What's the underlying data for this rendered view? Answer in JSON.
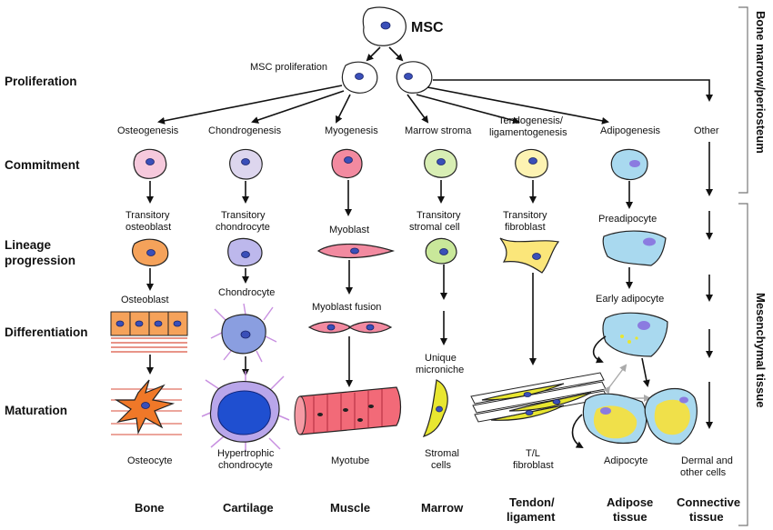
{
  "title": "MSC",
  "proliferation_label": "MSC proliferation",
  "stages": [
    "Proliferation",
    "Commitment",
    "Lineage progression",
    "Differentiation",
    "Maturation"
  ],
  "sidebars": {
    "top": "Bone marrow/periosteum",
    "bottom": "Mesenchymal tissue"
  },
  "lineages": [
    {
      "commitment": "Osteogenesis",
      "transitory": "Transitory osteoblast",
      "diff": "Osteoblast",
      "mature": "Osteocyte",
      "tissue": "Bone",
      "color": "#f6c9dc"
    },
    {
      "commitment": "Chondrogenesis",
      "transitory": "Transitory chondrocyte",
      "diff": "Chondrocyte",
      "mature": "Hypertrophic chondrocyte",
      "tissue": "Cartilage",
      "color": "#ddd6ee"
    },
    {
      "commitment": "Myogenesis",
      "transitory": "Myoblast",
      "diff": "Myoblast fusion",
      "mature": "Myotube",
      "tissue": "Muscle",
      "color": "#f28aa0"
    },
    {
      "commitment": "Marrow stroma",
      "transitory": "Transitory stromal cell",
      "diff": "Unique microniche",
      "mature": "Stromal cells",
      "tissue": "Marrow",
      "color": "#d8eeb4"
    },
    {
      "commitment": "Tendogenesis/ ligamentogenesis",
      "transitory": "Transitory fibroblast",
      "diff": "",
      "mature": "T/L fibroblast",
      "tissue": "Tendon/ ligament",
      "color": "#fdf3b2"
    },
    {
      "commitment": "Adipogenesis",
      "transitory": "Preadipocyte",
      "diff": "Early adipocyte",
      "mature": "Adipocyte",
      "tissue": "Adipose tissue",
      "color": "#a9d9ef"
    },
    {
      "commitment": "Other",
      "transitory": "",
      "diff": "",
      "mature": "Dermal and other cells",
      "tissue": "Connective tissue",
      "color": "#ffffff"
    }
  ]
}
